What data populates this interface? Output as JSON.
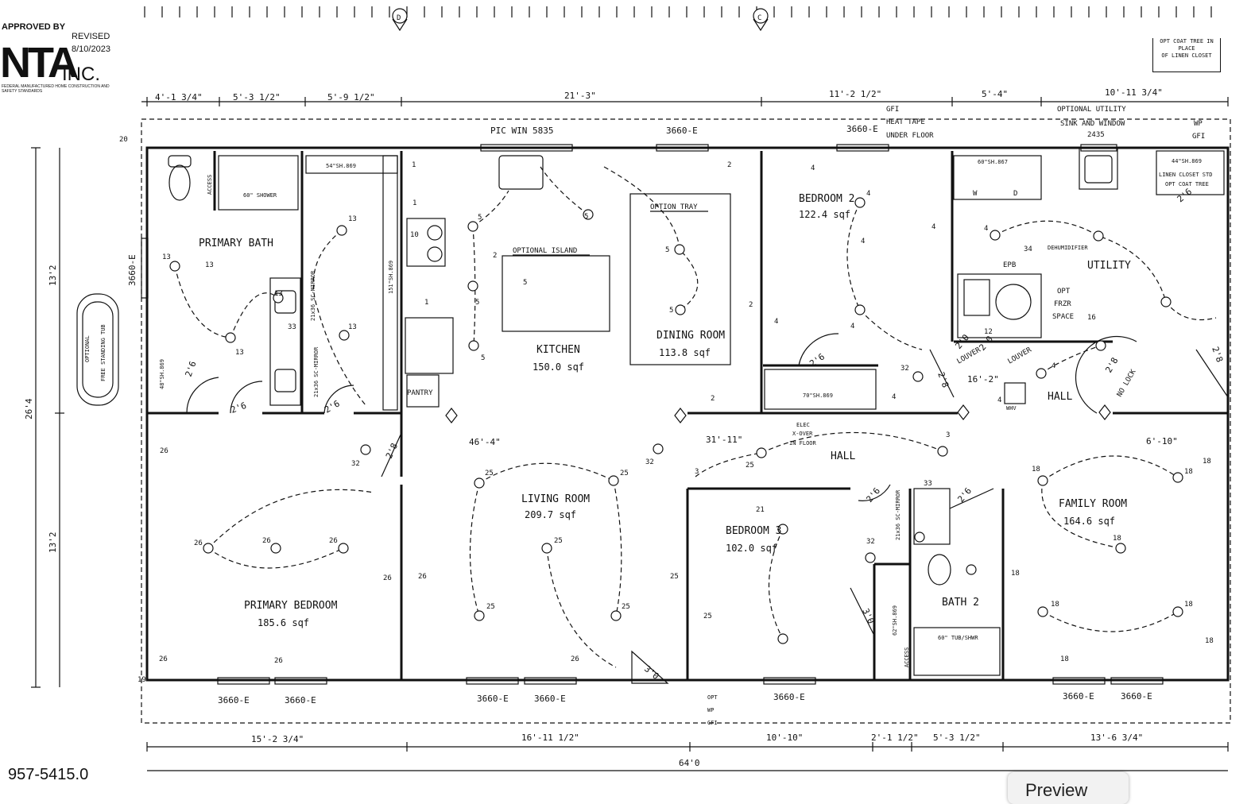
{
  "logo": {
    "approved": "APPROVED BY",
    "revised": "REVISED",
    "date": "8/10/2023",
    "brand": "NTA",
    "inc": "INC.",
    "standards": "FEDERAL MANUFACTURED HOME CONSTRUCTION AND SAFETY STANDARDS"
  },
  "model_number": "957-5415.0",
  "option_note": [
    "OPT COAT TREE IN PLACE",
    "OF LINEN CLOSET"
  ],
  "preview_button": "Preview",
  "rooms": {
    "primary_bath": "PRIMARY BATH",
    "kitchen": "KITCHEN",
    "kitchen_area": "150.0 sqf",
    "dining": "DINING ROOM",
    "dining_area": "113.8 sqf",
    "bedroom2": "BEDROOM 2",
    "bedroom2_area": "122.4 sqf",
    "utility": "UTILITY",
    "living": "LIVING ROOM",
    "living_area": "209.7 sqf",
    "primary_bedroom": "PRIMARY BEDROOM",
    "primary_bedroom_area": "185.6 sqf",
    "bedroom3": "BEDROOM 3",
    "bedroom3_area": "102.0 sqf",
    "bath2": "BATH 2",
    "family": "FAMILY ROOM",
    "family_area": "164.6 sqf",
    "hall_upper": "HALL",
    "hall_lower": "HALL",
    "pantry": "PANTRY"
  },
  "labels": {
    "optional_island": "OPTIONAL ISLAND",
    "option_tray": "OPTION TRAY",
    "pic_win": "PIC WIN 5835",
    "gfi_heat_tape": [
      "GFI",
      "HEAT TAPE",
      "UNDER FLOOR"
    ],
    "opt_utility": [
      "OPTIONAL UTILITY",
      "SINK AND WINDOW",
      "2435"
    ],
    "wp_gfi": [
      "WP",
      "GFI"
    ],
    "linen": [
      "LINEN CLOSET STD",
      "OPT COAT TREE"
    ],
    "dehumidifier": "DEHUMIDIFIER",
    "epb": "EPB",
    "opt_frzr": [
      "OPT",
      "FRZR",
      "SPACE"
    ],
    "louver1": "LOUVER",
    "louver2": "LOUVER",
    "no_lock": "NO LOCK",
    "whv": "WHV",
    "elec": [
      "ELEC",
      "X-OVER",
      "IN FLOOR"
    ],
    "opt_wp_gfi": [
      "OPT",
      "WP",
      "GFI"
    ],
    "shower": "60\" SHOWER",
    "tub": "60\" TUB/SHWR",
    "freestanding": "FREE STANDING TUB",
    "optional_tub": "OPTIONAL",
    "access1": "ACCESS",
    "access2": "ACCESS",
    "mirror1": "21x36 SC-MIRROR",
    "mirror2": "21x36 SC-MIRROR",
    "mirror3": "21x36 SC-MIRROR",
    "sh1": "54\"SH.869",
    "sh2": "151\"SH.869",
    "sh3": "48\"SH.869",
    "sh4": "70\"SH.869",
    "sh5": "44\"SH.869",
    "sh6": "62\"SH.869",
    "sh7": "60\"SH.867",
    "wd_w": "W",
    "wd_d": "D"
  },
  "windows": {
    "left": "3660-E",
    "top1": "3660-E",
    "top2": "3660-E",
    "bottom": [
      "3660-E",
      "3660-E",
      "3660-E",
      "3660-E",
      "3660-E",
      "3660-E",
      "3660-E"
    ]
  },
  "dimensions": {
    "top": [
      "4'-1 3/4\"",
      "5'-3 1/2\"",
      "5'-9 1/2\"",
      "21'-3\"",
      "11'-2 1/2\"",
      "5'-4\"",
      "10'-11 3/4\""
    ],
    "bottom": [
      "15'-2 3/4\"",
      "16'-11 1/2\"",
      "10'-10\"",
      "2'-1 1/2\"",
      "5'-3 1/2\"",
      "13'-6 3/4\""
    ],
    "total": "64'0",
    "left_total": "26'4",
    "left_half1": "13'2",
    "left_half2": "13'2",
    "inner": [
      "46'-4\"",
      "31'-11\"",
      "16'-2\"",
      "6'-10\""
    ],
    "doors": [
      "2'6",
      "2'6",
      "2'6",
      "2'6",
      "2'8",
      "2'6",
      "2'0",
      "2'0",
      "2'8",
      "2'8",
      "3'0",
      "2'8",
      "2'6",
      "2'6",
      "3'0"
    ]
  },
  "circuits": [
    "13",
    "26",
    "25",
    "18",
    "5",
    "4",
    "32",
    "33",
    "19",
    "20",
    "21",
    "1",
    "2",
    "3",
    "10",
    "12",
    "16",
    "34"
  ]
}
